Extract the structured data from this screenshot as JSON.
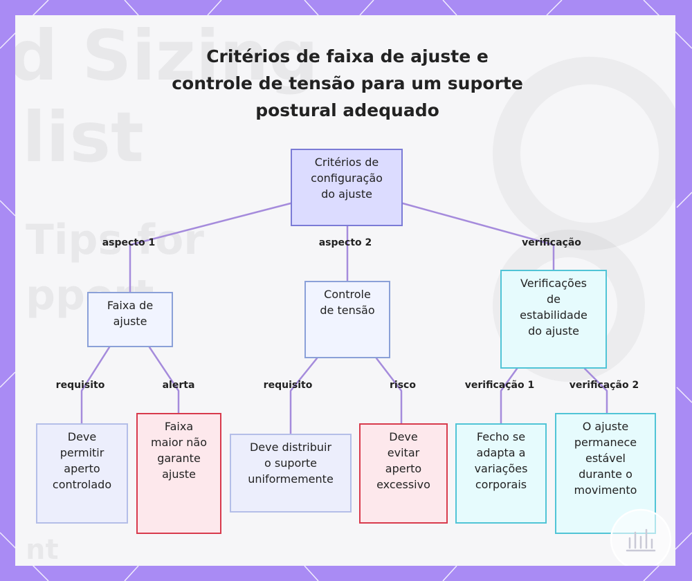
{
  "title": {
    "line1": "Critérios de faixa de ajuste e",
    "line2": "controle de tensão para um suporte",
    "line3": "postural adequado"
  },
  "background_ghost": {
    "line1": "d Sizing",
    "line2": "list",
    "line3": "Tips for",
    "line4": "pport",
    "line5": "nt"
  },
  "nodes": {
    "root": {
      "l1": "Critérios de",
      "l2": "configuração",
      "l3": "do ajuste"
    },
    "faixa": {
      "l1": "Faixa de",
      "l2": "ajuste"
    },
    "tensao": {
      "l1": "Controle",
      "l2": "de tensão"
    },
    "verif": {
      "l1": "Verificações",
      "l2": "de",
      "l3": "estabilidade",
      "l4": "do ajuste"
    },
    "permitir": {
      "l1": "Deve",
      "l2": "permitir",
      "l3": "aperto",
      "l4": "controlado"
    },
    "faixa_maior": {
      "l1": "Faixa",
      "l2": "maior não",
      "l3": "garante",
      "l4": "ajuste"
    },
    "distribuir": {
      "l1": "Deve distribuir",
      "l2": "o suporte",
      "l3": "uniformemente"
    },
    "evitar": {
      "l1": "Deve",
      "l2": "evitar",
      "l3": "aperto",
      "l4": "excessivo"
    },
    "fecho": {
      "l1": "Fecho se",
      "l2": "adapta a",
      "l3": "variações",
      "l4": "corporais"
    },
    "estavel": {
      "l1": "O ajuste",
      "l2": "permanece",
      "l3": "estável",
      "l4": "durante o",
      "l5": "movimento"
    }
  },
  "edges": {
    "aspecto1": "aspecto 1",
    "aspecto2": "aspecto 2",
    "verificacao": "verificação",
    "requisito_a": "requisito",
    "alerta": "alerta",
    "requisito_b": "requisito",
    "risco": "risco",
    "verificacao1": "verificação 1",
    "verificacao2": "verificação 2"
  },
  "colors": {
    "frame": "#a98bf4",
    "link": "#a58bdc",
    "root_fill": "#dcdcff",
    "cyan_border": "#50c4d6",
    "red_border": "#d83a4c"
  },
  "icons": [
    "sparkle-logo-icon"
  ]
}
